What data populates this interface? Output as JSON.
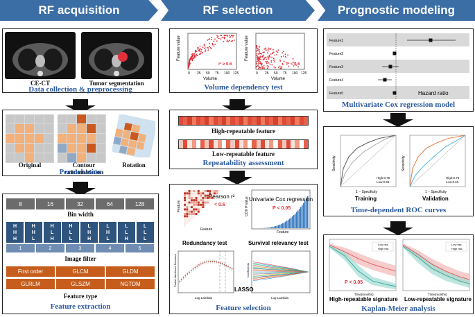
{
  "headers": {
    "col1": "RF acquisition",
    "col2": "RF selection",
    "col3": "Prognostic modeling"
  },
  "acquisition": {
    "ct_label": "CE-CT",
    "seg_label": "Tumor segmentation",
    "data_caption": "Data collection & preprocessing",
    "pert_original": "Original",
    "pert_contour": "Contour randomization",
    "pert_rotation": "Rotation",
    "pert_caption": "Perturbation",
    "bin_widths": [
      "8",
      "16",
      "32",
      "64",
      "128"
    ],
    "bin_label": "Bin width",
    "filters": [
      "H\nH\nH",
      "H\nH\nL",
      "H\nL\nH",
      "H\nL\nL",
      "L\nH\nH",
      "L\nH\nL",
      "L\nL\nH",
      "L\nL\nL"
    ],
    "filter_nums": [
      "1",
      "2",
      "3",
      "4",
      "5"
    ],
    "filter_label": "Image filter",
    "feature_types": [
      "First order",
      "GLCM",
      "GLDM",
      "GLRLM",
      "GLSZM",
      "NGTDM"
    ],
    "ftype_label": "Feature type",
    "extraction_caption": "Feature extraction"
  },
  "selection": {
    "scatter_ylabel": "Feature value",
    "scatter_xlabel": "Volume",
    "scatter1_r2": "r² ≥ 0.6",
    "scatter2_r2": "r² < 0.6",
    "scatter_ticks": [
      "0",
      "25",
      "50",
      "75",
      "100",
      "125"
    ],
    "volume_caption": "Volume dependency test",
    "high_rep": "High-repeatable feature",
    "low_rep": "Low-repeatable feature",
    "rep_caption": "Repeatability assessment",
    "pearson": "Pearson r²",
    "pearson_thresh": "< 0.6",
    "univariate": "Univariate Cox regression",
    "p_thresh": "P < 0.05",
    "feature_axis": "Feature",
    "cox_axis": "COX P value",
    "redundancy_label": "Redundancy test",
    "survival_label": "Survival relevancy test",
    "lasso_label": "LASSO",
    "lasso_x": "Log Lambda",
    "lasso_y1": "Partial Likelihood Deviance",
    "lasso_y2": "Coefficients",
    "selection_caption": "Feature selection"
  },
  "modeling": {
    "features": [
      "Feature1",
      "Feature2",
      "Feature3",
      "Feature4",
      "Feature5"
    ],
    "hazard_label": "Hazard ratio",
    "cox_caption": "Multivariate Cox regression model",
    "training": "Training",
    "validation": "Validation",
    "roc_x": "1 − Specificity",
    "roc_y": "Sensitivity",
    "roc_legend_train": [
      "High:0.75",
      "Low:0.65"
    ],
    "roc_legend_val": [
      "High:0.75",
      "Low:0.63"
    ],
    "roc_caption": "Time-dependent ROC curves",
    "km_legend": [
      "Low risk",
      "High risk"
    ],
    "km_p": "P < 0.05",
    "km_x": "Time(months)",
    "km_high": "High-repeatable signature",
    "km_low": "Low-repeatable signature",
    "km_caption": "Kaplan-Meier analysis"
  }
}
